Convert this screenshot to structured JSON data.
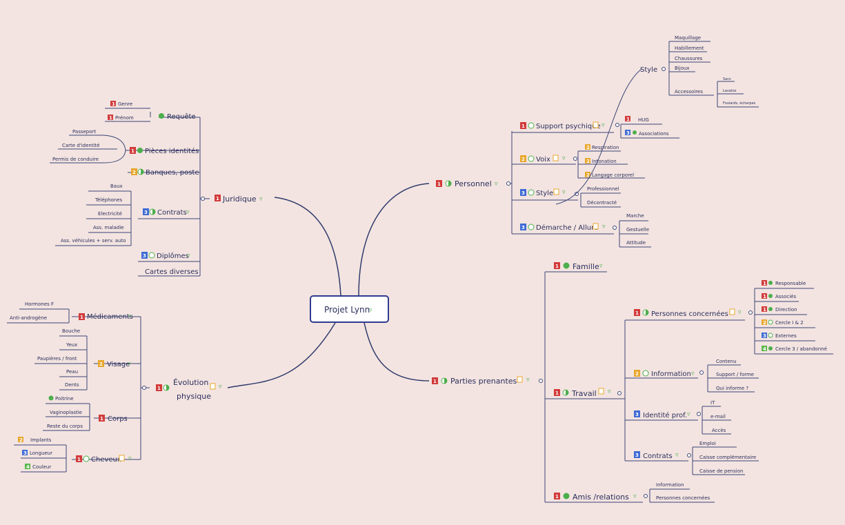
{
  "center": {
    "title": "Projet Lynn"
  },
  "colors": {
    "bg": "#f3e4e1",
    "line": "#2f3a6b",
    "p1": "#d23b3b",
    "p2": "#e8a72c",
    "p3": "#3f6bd6",
    "p4": "#5ab84c",
    "check": "#4cae4c"
  },
  "icons": [
    "priority-badge",
    "progress-pie-icon",
    "check-circle-icon",
    "note-icon",
    "task-icon",
    "chevron-icon",
    "collapse-circle-icon"
  ],
  "branches": {
    "juridique": {
      "label": "Juridique",
      "requete": {
        "label": "Requête",
        "children": [
          "Genre",
          "Prénom"
        ]
      },
      "pieces": {
        "label": "Pièces identités",
        "children": [
          "Passeport",
          "Carte d'identité",
          "Permis de conduire"
        ]
      },
      "banques": {
        "label": "Banques, poste"
      },
      "contrats": {
        "label": "Contrats",
        "children": [
          "Baux",
          "Téléphones",
          "Electricité",
          "Ass. maladie",
          "Ass. véhicules + serv. auto"
        ]
      },
      "diplomes": {
        "label": "Diplômes"
      },
      "cartes": {
        "label": "Cartes diverses"
      }
    },
    "evolution": {
      "label": "Évolution physique",
      "label_lines": [
        "Évolution",
        "physique"
      ],
      "medicaments": {
        "label": "Médicaments",
        "children": [
          "Hormones F",
          "Anti-androgène"
        ]
      },
      "visage": {
        "label": "Visage",
        "children": [
          "Bouche",
          "Yeux",
          "Paupières / front",
          "Peau",
          "Dents"
        ]
      },
      "corps": {
        "label": "Corps",
        "children": [
          "Poitrine",
          "Vaginoplastie",
          "Reste du corps"
        ]
      },
      "cheveux": {
        "label": "Cheveux",
        "children": [
          "Implants",
          "Longueur",
          "Couleur"
        ]
      }
    },
    "personnel": {
      "label": "Personnel",
      "support": {
        "label": "Support psychique",
        "children": [
          "HUG",
          "Associations"
        ]
      },
      "voix": {
        "label": "Voix",
        "children": [
          "Respiration",
          "Intonation",
          "Langage corporel"
        ]
      },
      "style": {
        "label": "Style",
        "children": [
          "Professionnel",
          "Décontracté"
        ]
      },
      "demarche": {
        "label": "Démarche / Allure",
        "children": [
          "Marche",
          "Gestuelle",
          "Attitude"
        ]
      },
      "style_top": {
        "label": "Style",
        "children": [
          "Maquillage",
          "Habillement",
          "Chaussures",
          "Bijoux",
          "Accessoires"
        ],
        "accessoires": [
          "Sacs",
          "Lavatos",
          "Foulards, écharpes"
        ]
      }
    },
    "parties": {
      "label": "Parties prenantes",
      "famille": {
        "label": "Famille"
      },
      "travail": {
        "label": "Travail",
        "personnes": {
          "label": "Personnes concernées",
          "children": [
            "Responsable",
            "Associés",
            "Direction",
            "Cercle I & 2",
            "Externes",
            "Cercle 3 / abandonné"
          ]
        },
        "information": {
          "label": "Information",
          "children": [
            "Contenu",
            "Support / forme",
            "Qui informe ?"
          ]
        },
        "identite": {
          "label": "Identité prof.",
          "children": [
            "IT",
            "e-mail",
            "Accès"
          ]
        },
        "contrats": {
          "label": "Contrats",
          "children": [
            "Emploi",
            "Caisse complémentaire",
            "Caisse de pension"
          ]
        }
      },
      "amis": {
        "label": "Amis /relations",
        "children": [
          "Information",
          "Personnes concernées"
        ]
      }
    }
  }
}
